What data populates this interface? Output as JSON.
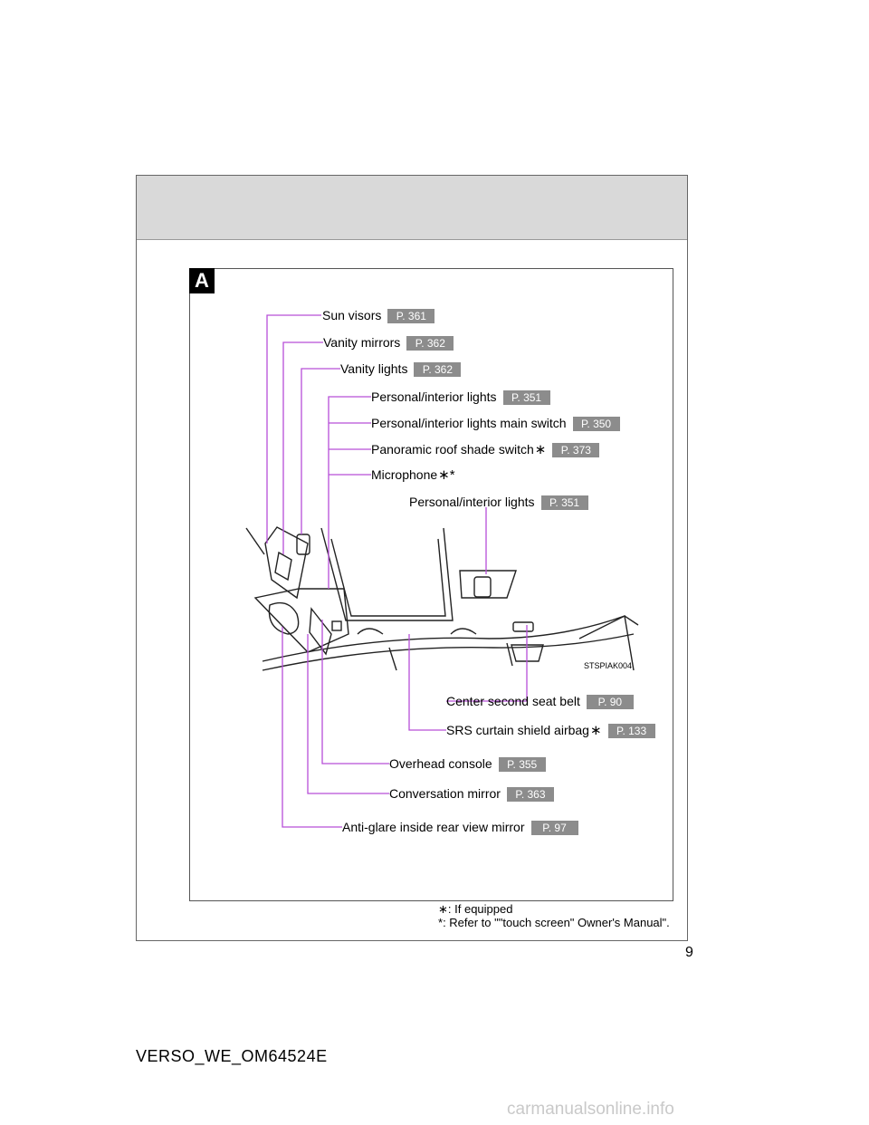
{
  "section_badge": "A",
  "callouts": [
    {
      "label": "Sun visors",
      "page": "P. 361"
    },
    {
      "label": "Vanity mirrors",
      "page": "P. 362"
    },
    {
      "label": "Vanity lights",
      "page": "P. 362"
    },
    {
      "label": "Personal/interior lights",
      "page": "P. 351"
    },
    {
      "label": "Personal/interior lights main switch",
      "page": "P. 350"
    },
    {
      "label": "Panoramic roof shade switch",
      "mark": "∗",
      "page": "P. 373"
    },
    {
      "label": "Microphone",
      "mark": "∗*",
      "page": ""
    },
    {
      "label": "Personal/interior lights",
      "page": "P. 351"
    },
    {
      "label": "Center second seat belt",
      "page": "P. 90"
    },
    {
      "label": "SRS curtain shield airbag",
      "mark": "∗",
      "page": "P. 133"
    },
    {
      "label": "Overhead console",
      "page": "P. 355"
    },
    {
      "label": "Conversation mirror",
      "page": "P. 363"
    },
    {
      "label": "Anti-glare inside rear view mirror",
      "page": "P. 97"
    }
  ],
  "figure_code": "STSPIAK004",
  "footnotes": {
    "if_equipped": ": If equipped",
    "refer": ": Refer to \"\"touch screen\" Owner's Manual\".",
    "mark_1": "∗",
    "mark_2": "*"
  },
  "page_number": "9",
  "doc_code": "VERSO_WE_OM64524E",
  "watermark": "carmanualsonline.info",
  "colors": {
    "leader": "#b64fd8",
    "badge": "#8c8c8c",
    "header": "#d9d9d9"
  }
}
